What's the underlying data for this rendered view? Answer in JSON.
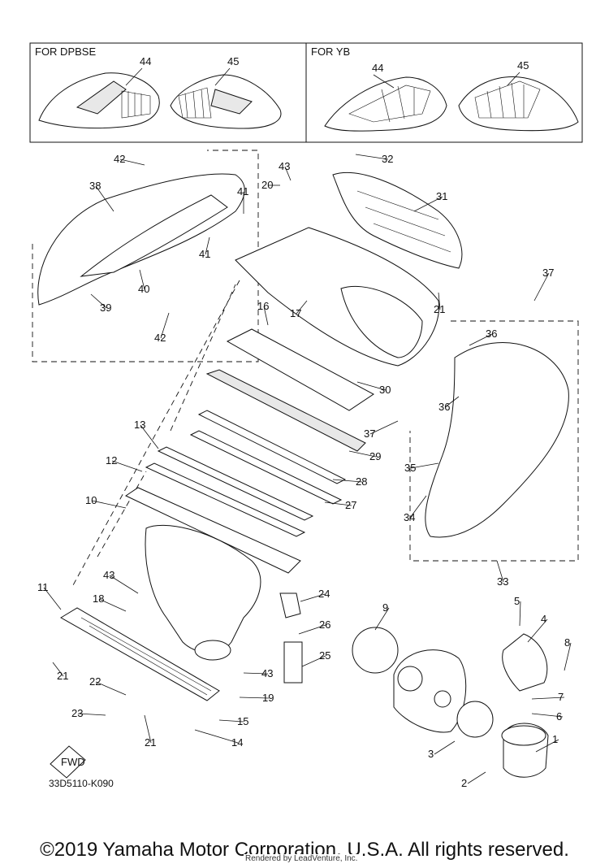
{
  "variant_boxes": [
    {
      "title": "FOR DPBSE",
      "labels": [
        "44",
        "45"
      ]
    },
    {
      "title": "FOR YB",
      "labels": [
        "44",
        "45"
      ]
    }
  ],
  "callouts": [
    "42",
    "43",
    "32",
    "38",
    "41",
    "20",
    "31",
    "41",
    "40",
    "39",
    "42",
    "37",
    "21",
    "17",
    "16",
    "36",
    "30",
    "36",
    "37",
    "13",
    "12",
    "29",
    "35",
    "28",
    "10",
    "27",
    "34",
    "33",
    "11",
    "43",
    "24",
    "18",
    "9",
    "5",
    "26",
    "4",
    "8",
    "43",
    "25",
    "21",
    "22",
    "19",
    "7",
    "23",
    "15",
    "6",
    "1",
    "21",
    "14",
    "3",
    "2"
  ],
  "fwd_badge": "FWD",
  "diagram_code": "33D5110-K090",
  "copyright": "©2019 Yamaha Motor Corporation, U.S.A. All rights reserved.",
  "rendered_by": "Rendered by LeadVenture, Inc.",
  "watermark": "LEADVENTURE"
}
